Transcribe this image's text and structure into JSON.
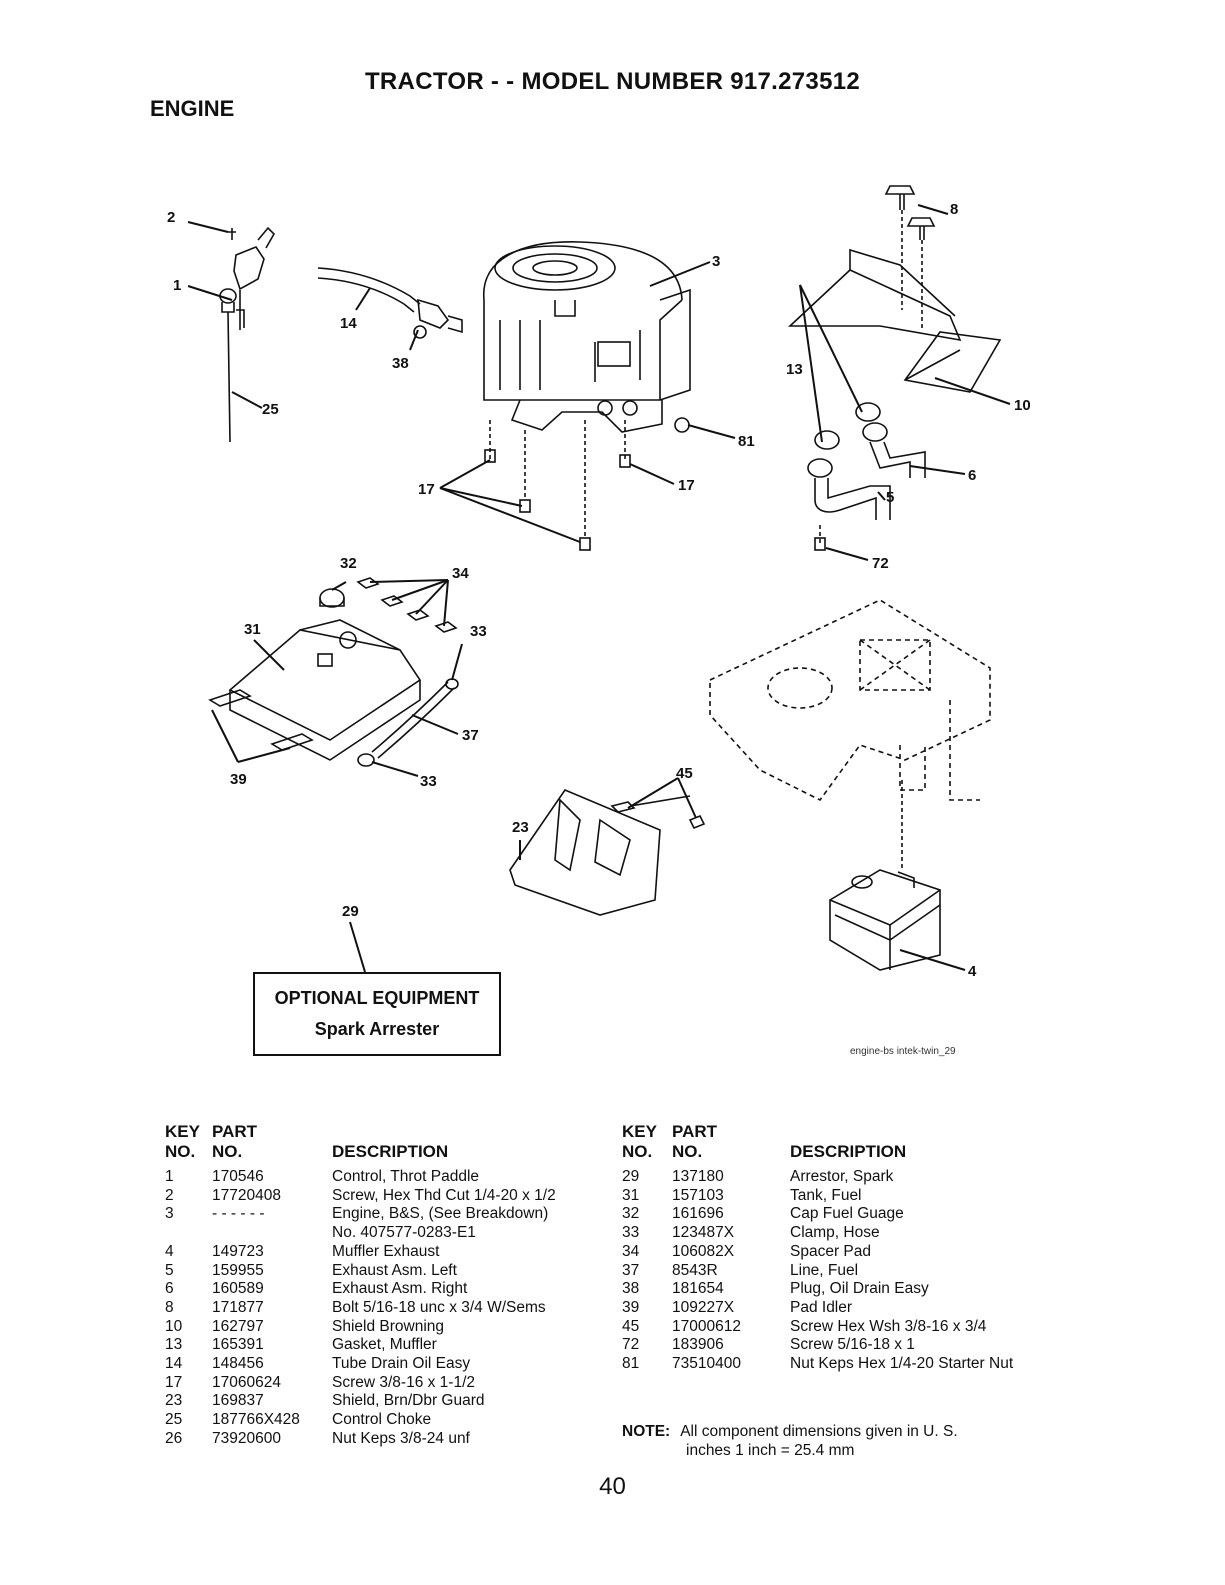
{
  "header": {
    "title": "TRACTOR - - MODEL NUMBER 917.273512",
    "section": "ENGINE"
  },
  "diagram": {
    "callouts": [
      "2",
      "1",
      "25",
      "14",
      "38",
      "3",
      "8",
      "13",
      "10",
      "81",
      "6",
      "17",
      "17",
      "5",
      "72",
      "32",
      "34",
      "31",
      "33",
      "37",
      "39",
      "33",
      "45",
      "23",
      "29",
      "4"
    ],
    "credit": "engine-bs intek-twin_29"
  },
  "optional": {
    "title": "OPTIONAL EQUIPMENT",
    "item": "Spark Arrester"
  },
  "table": {
    "headers": {
      "key1": "KEY",
      "key2": "NO.",
      "part1": "PART",
      "part2": "NO.",
      "desc": "DESCRIPTION"
    },
    "left": [
      {
        "key": "1",
        "part": "170546",
        "desc": "Control, Throt Paddle"
      },
      {
        "key": "2",
        "part": "17720408",
        "desc": "Screw, Hex Thd Cut 1/4-20 x 1/2"
      },
      {
        "key": "3",
        "part": "- - - - - -",
        "desc": "Engine, B&S, (See Breakdown)"
      },
      {
        "key": "",
        "part": "",
        "desc": "No. 407577-0283-E1"
      },
      {
        "key": "4",
        "part": "149723",
        "desc": "Muffler Exhaust"
      },
      {
        "key": "5",
        "part": "159955",
        "desc": "Exhaust Asm. Left"
      },
      {
        "key": "6",
        "part": "160589",
        "desc": "Exhaust Asm. Right"
      },
      {
        "key": "8",
        "part": "171877",
        "desc": "Bolt 5/16-18 unc x 3/4 W/Sems"
      },
      {
        "key": "10",
        "part": "162797",
        "desc": "Shield Browning"
      },
      {
        "key": "13",
        "part": "165391",
        "desc": "Gasket, Muffler"
      },
      {
        "key": "14",
        "part": "148456",
        "desc": "Tube Drain Oil Easy"
      },
      {
        "key": "17",
        "part": "17060624",
        "desc": "Screw 3/8-16 x 1-1/2"
      },
      {
        "key": "23",
        "part": "169837",
        "desc": "Shield, Brn/Dbr Guard"
      },
      {
        "key": "25",
        "part": "187766X428",
        "desc": "Control Choke"
      },
      {
        "key": "26",
        "part": "73920600",
        "desc": "Nut Keps 3/8-24 unf"
      }
    ],
    "right": [
      {
        "key": "29",
        "part": "137180",
        "desc": "Arrestor, Spark"
      },
      {
        "key": "31",
        "part": "157103",
        "desc": "Tank, Fuel"
      },
      {
        "key": "32",
        "part": "161696",
        "desc": "Cap Fuel Guage"
      },
      {
        "key": "33",
        "part": "123487X",
        "desc": "Clamp, Hose"
      },
      {
        "key": "34",
        "part": "106082X",
        "desc": "Spacer Pad"
      },
      {
        "key": "37",
        "part": "8543R",
        "desc": "Line, Fuel"
      },
      {
        "key": "38",
        "part": "181654",
        "desc": "Plug, Oil Drain Easy"
      },
      {
        "key": "39",
        "part": "109227X",
        "desc": "Pad Idler"
      },
      {
        "key": "45",
        "part": "17000612",
        "desc": "Screw Hex Wsh 3/8-16 x 3/4"
      },
      {
        "key": "72",
        "part": "183906",
        "desc": "Screw 5/16-18 x 1"
      },
      {
        "key": "81",
        "part": "73510400",
        "desc": "Nut Keps Hex 1/4-20 Starter Nut"
      }
    ]
  },
  "note": {
    "label": "NOTE:",
    "line1": "All component dimensions given in U. S.",
    "line2": "inches 1 inch = 25.4 mm"
  },
  "page_number": "40"
}
